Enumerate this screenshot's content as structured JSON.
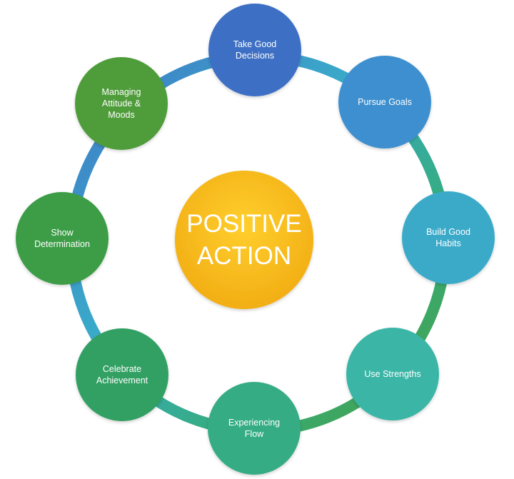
{
  "center": {
    "line1": "POSITIVE",
    "line2": "ACTION",
    "color": "#f6b81c"
  },
  "nodes": [
    {
      "id": "take-good-decisions",
      "lines": [
        "Take Good",
        "Decisions"
      ],
      "color": "#3e6fc4"
    },
    {
      "id": "pursue-goals",
      "lines": [
        "Pursue Goals"
      ],
      "color": "#3d8fcf"
    },
    {
      "id": "build-good-habits",
      "lines": [
        "Build Good",
        "Habits"
      ],
      "color": "#3aaac9"
    },
    {
      "id": "use-strengths",
      "lines": [
        "Use Strengths"
      ],
      "color": "#3ab5a6"
    },
    {
      "id": "experiencing-flow",
      "lines": [
        "Experiencing",
        "Flow"
      ],
      "color": "#35ac84"
    },
    {
      "id": "celebrate-achievement",
      "lines": [
        "Celebrate",
        "Achievement"
      ],
      "color": "#33a063"
    },
    {
      "id": "show-determination",
      "lines": [
        "Show",
        "Determination"
      ],
      "color": "#3c9d47"
    },
    {
      "id": "managing-attitude-moods",
      "lines": [
        "Managing",
        "Attitude &",
        "Moods"
      ],
      "color": "#4f9c3b"
    }
  ],
  "ring_colors": {
    "top": "#3f78c7",
    "right": "#3aaac9",
    "bottom": "#35ac7e",
    "left": "#4a9f3e"
  }
}
